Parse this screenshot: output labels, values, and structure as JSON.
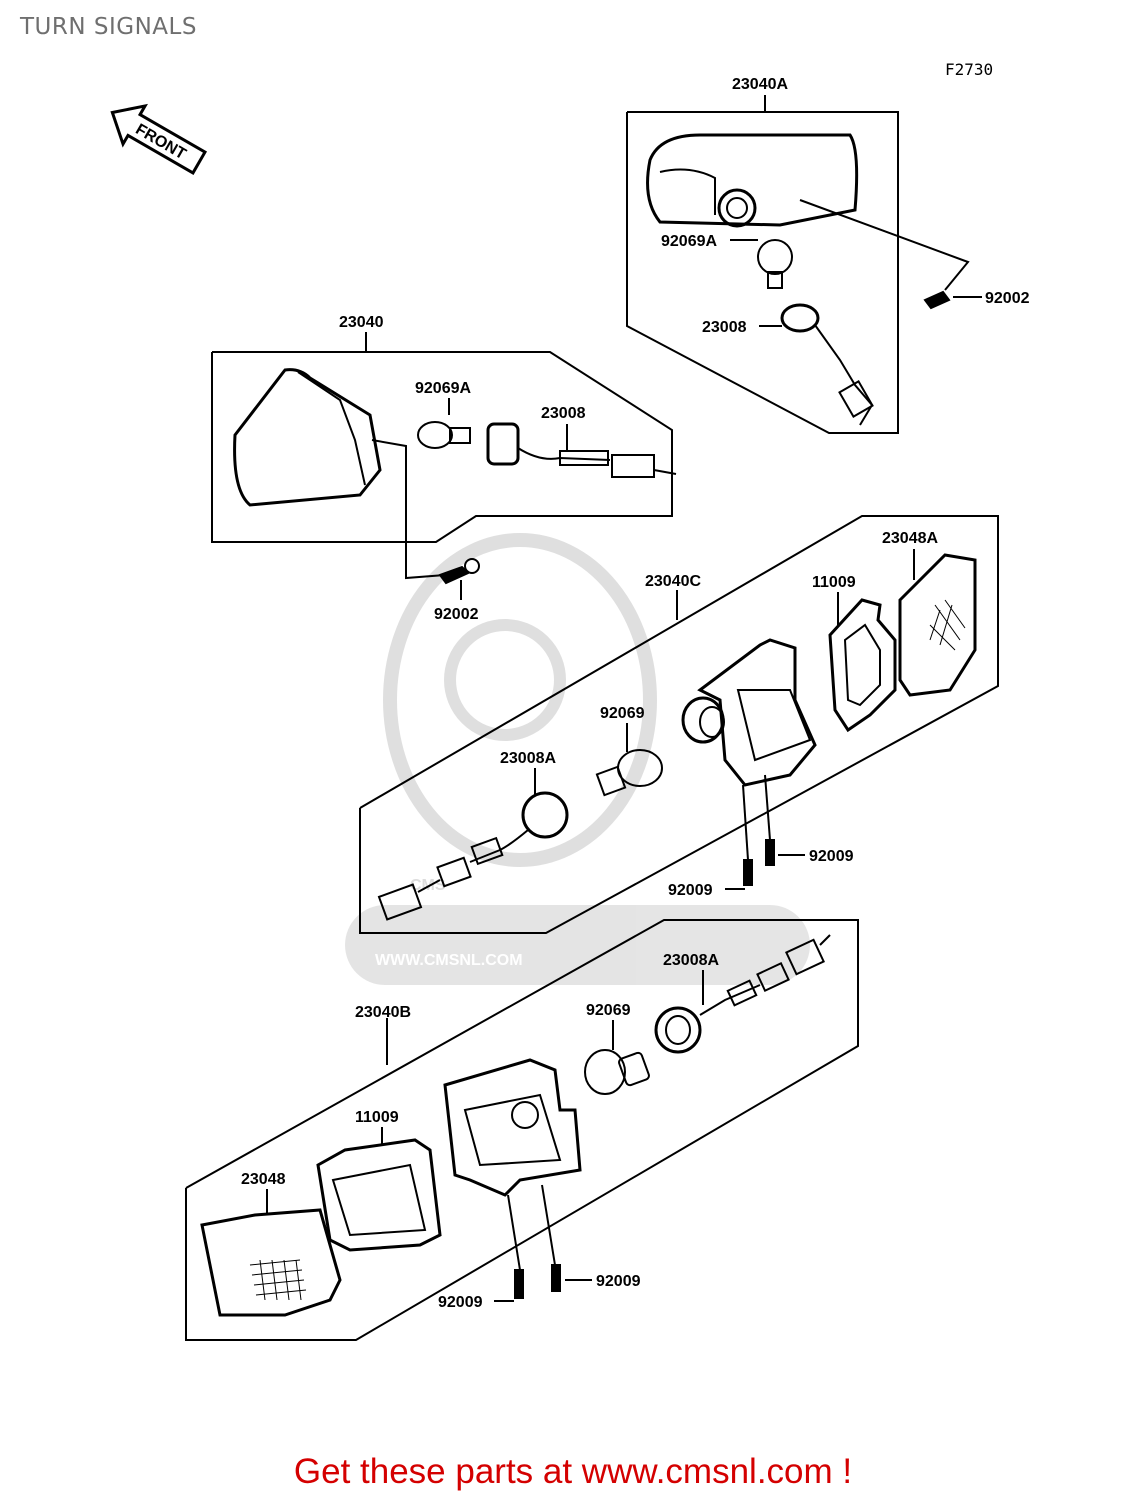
{
  "title": "TURN SIGNALS",
  "figure_code": "F2730",
  "front_label": "FRONT",
  "watermark": {
    "url": "WWW.CMSNL.COM",
    "logo_text": "CMS"
  },
  "parts": {
    "assy_23040A": "23040A",
    "bulb_92069A_top": "92069A",
    "screw_92002_top": "92002",
    "socket_23008_top": "23008",
    "assy_23040": "23040",
    "bulb_92069A_left": "92069A",
    "socket_23008_left": "23008",
    "screw_92002_left": "92002",
    "assy_23040C": "23040C",
    "lens_23048A": "23048A",
    "gasket_11009_c": "11009",
    "bulb_92069_c": "92069",
    "socket_23008A_c": "23008A",
    "screw_92009_c1": "92009",
    "screw_92009_c2": "92009",
    "socket_23008A_b": "23008A",
    "assy_23040B": "23040B",
    "bulb_92069_b": "92069",
    "gasket_11009_b": "11009",
    "lens_23048": "23048",
    "screw_92009_b1": "92009",
    "screw_92009_b2": "92009"
  },
  "footer": "Get these parts at www.cmsnl.com !"
}
